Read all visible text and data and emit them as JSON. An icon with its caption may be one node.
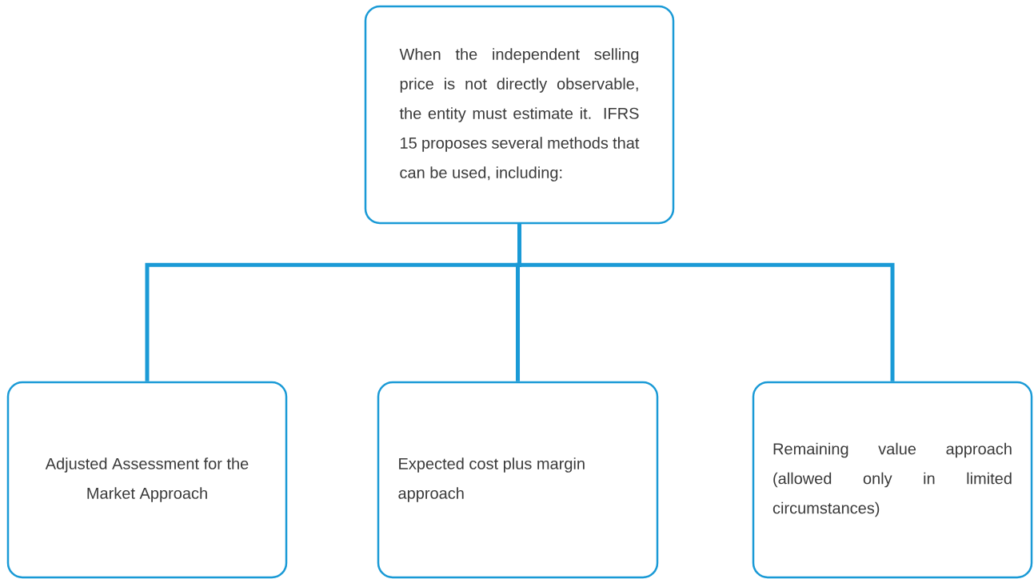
{
  "diagram": {
    "nodes": [
      {
        "text": [
          "When the independent selling price is not directly observable, the entity must estimate it. IFRS 15 proposes several methods that can be used, including:"
        ]
      },
      {
        "text": [
          "Adjusted Assessment for the Market Approach"
        ]
      },
      {
        "text": [
          "Expected cost plus margin approach"
        ]
      },
      {
        "text": [
          "Remaining value approach (allowed only in limited circumstances)"
        ]
      }
    ],
    "edges": [
      {
        "from": 0,
        "to": 1,
        "arrow": "none"
      },
      {
        "from": 0,
        "to": 2,
        "arrow": "none"
      },
      {
        "from": 0,
        "to": 3,
        "arrow": "none"
      }
    ]
  }
}
